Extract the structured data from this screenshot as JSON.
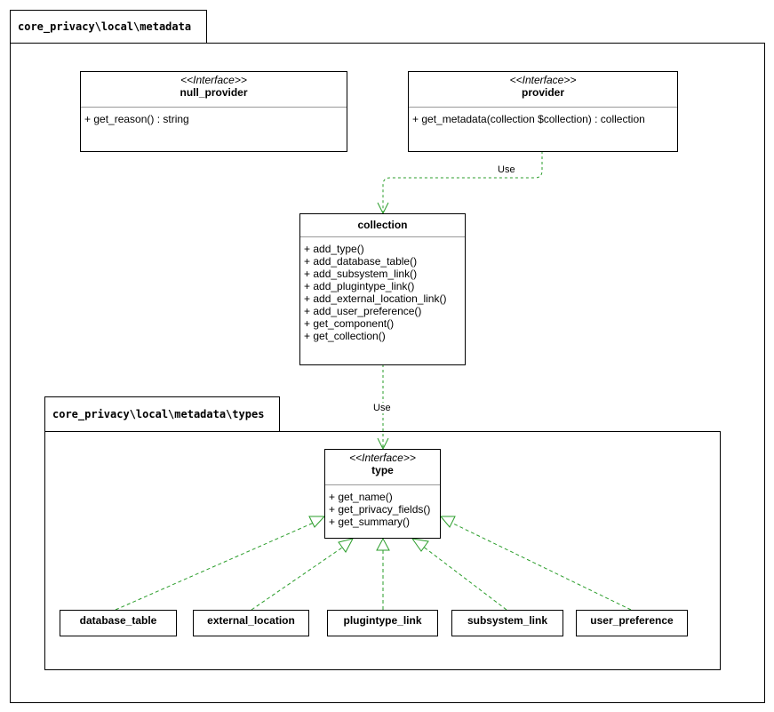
{
  "outer_package": {
    "name": "core_privacy\\local\\metadata"
  },
  "inner_package": {
    "name": "core_privacy\\local\\metadata\\types"
  },
  "classes": {
    "null_provider": {
      "stereotype": "<<Interface>>",
      "name": "null_provider",
      "operations": [
        "+ get_reason() : string"
      ]
    },
    "provider": {
      "stereotype": "<<Interface>>",
      "name": "provider",
      "operations": [
        "+ get_metadata(collection $collection) : collection"
      ]
    },
    "collection": {
      "name": "collection",
      "operations": [
        "+ add_type()",
        "+ add_database_table()",
        "+ add_subsystem_link()",
        "+ add_plugintype_link()",
        "+ add_external_location_link()",
        "+ add_user_preference()",
        "+ get_component()",
        "+ get_collection()"
      ]
    },
    "type": {
      "stereotype": "<<Interface>>",
      "name": "type",
      "operations": [
        "+ get_name()",
        "+ get_privacy_fields()",
        "+ get_summary()"
      ]
    }
  },
  "implementations": [
    {
      "name": "database_table"
    },
    {
      "name": "external_location"
    },
    {
      "name": "plugintype_link"
    },
    {
      "name": "subsystem_link"
    },
    {
      "name": "user_preference"
    }
  ],
  "relations": {
    "provider_to_collection": "Use",
    "collection_to_type": "Use"
  },
  "colors": {
    "relation_line": "#2a9d2a",
    "border": "#000000"
  }
}
